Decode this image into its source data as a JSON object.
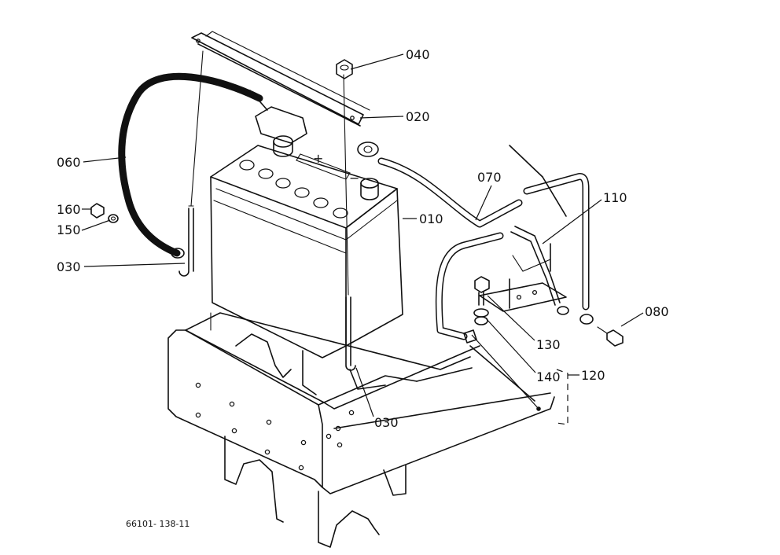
{
  "labels": {
    "p010": "010",
    "p020": "020",
    "p030a": "030",
    "p030b": "030",
    "p040": "040",
    "p060": "060",
    "p070": "070",
    "p080": "080",
    "p110": "110",
    "p120": "120",
    "p130": "130",
    "p140": "140",
    "p150": "150",
    "p160": "160"
  },
  "battery_marks": {
    "plus": "+",
    "minus": "−"
  },
  "figure_ref": "66101- 138-11"
}
